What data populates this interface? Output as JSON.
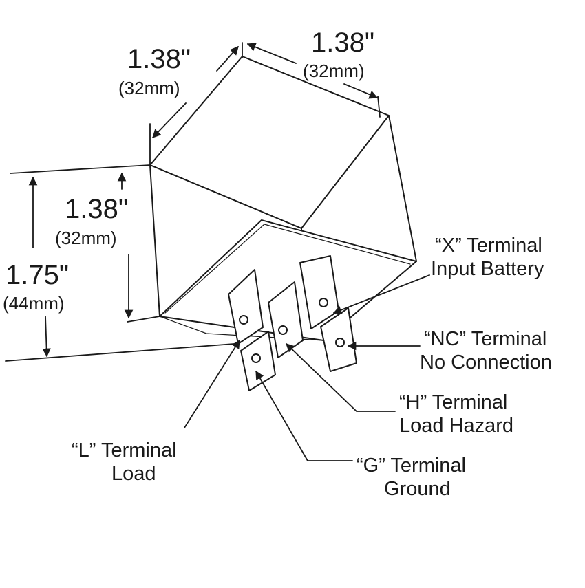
{
  "dimensions": {
    "top_left": {
      "inches": "1.38\"",
      "mm": "(32mm)"
    },
    "top_right": {
      "inches": "1.38\"",
      "mm": "(32mm)"
    },
    "body_height": {
      "inches": "1.38\"",
      "mm": "(32mm)"
    },
    "overall_height": {
      "inches": "1.75\"",
      "mm": "(44mm)"
    }
  },
  "terminals": {
    "x": {
      "name": "“X” Terminal",
      "desc": "Input Battery"
    },
    "nc": {
      "name": "“NC” Terminal",
      "desc": "No Connection"
    },
    "h": {
      "name": "“H” Terminal",
      "desc": "Load Hazard"
    },
    "g": {
      "name": "“G” Terminal",
      "desc": "Ground"
    },
    "l": {
      "name": "“L” Terminal",
      "desc": "Load"
    }
  }
}
